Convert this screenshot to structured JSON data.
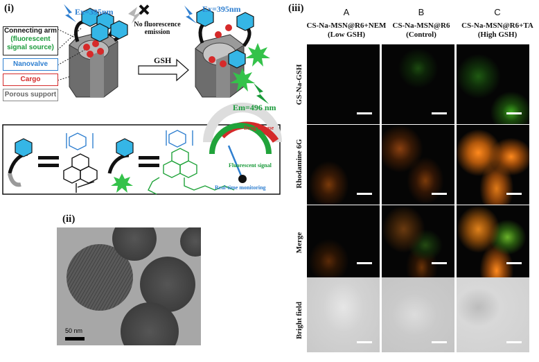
{
  "panels": {
    "i": "(i)",
    "ii": "(ii)",
    "iii": "(iii)"
  },
  "schematic": {
    "ex_left": "Ex=395nm",
    "ex_right": "Ex=395nm",
    "no_emission": "No fluorescence emission",
    "gsh": "GSH",
    "em": "Em=496 nm",
    "legend": {
      "connecting_arm": "Connecting arm",
      "fluor_source": "(fluorescent signal source)",
      "nanovalve": "Nanovalve",
      "cargo": "Cargo",
      "porous_support": "Porous support"
    },
    "gauge": {
      "drug_release": "Drug release",
      "fluorescent_signal": "Fluorescent signal",
      "monitoring": "Real-time monitoring"
    }
  },
  "tem": {
    "scale_label": "50 nm"
  },
  "microscopy": {
    "columns": [
      {
        "letter": "A",
        "title": "CS-Na-MSN@R6+NEM",
        "sub": "(Low GSH)"
      },
      {
        "letter": "B",
        "title": "CS-Na-MSN@R6",
        "sub": "(Control)"
      },
      {
        "letter": "C",
        "title": "CS-Na-MSN@R6+TA",
        "sub": "(High GSH)"
      }
    ],
    "rows": [
      "GS-Na-GSH",
      "Rhodamine 6G",
      "Merge",
      "Bright field"
    ]
  },
  "colors": {
    "blue_label": "#2f7fd0",
    "green_label": "#1a9a3a",
    "red_label": "#d42a2a",
    "nanovalve_cyan": "#35b6e6",
    "cargo_red": "#d62a2a",
    "green_chem": "#20a33a",
    "fluor_green": "#34d24a",
    "orange": "#ff8a1e"
  }
}
